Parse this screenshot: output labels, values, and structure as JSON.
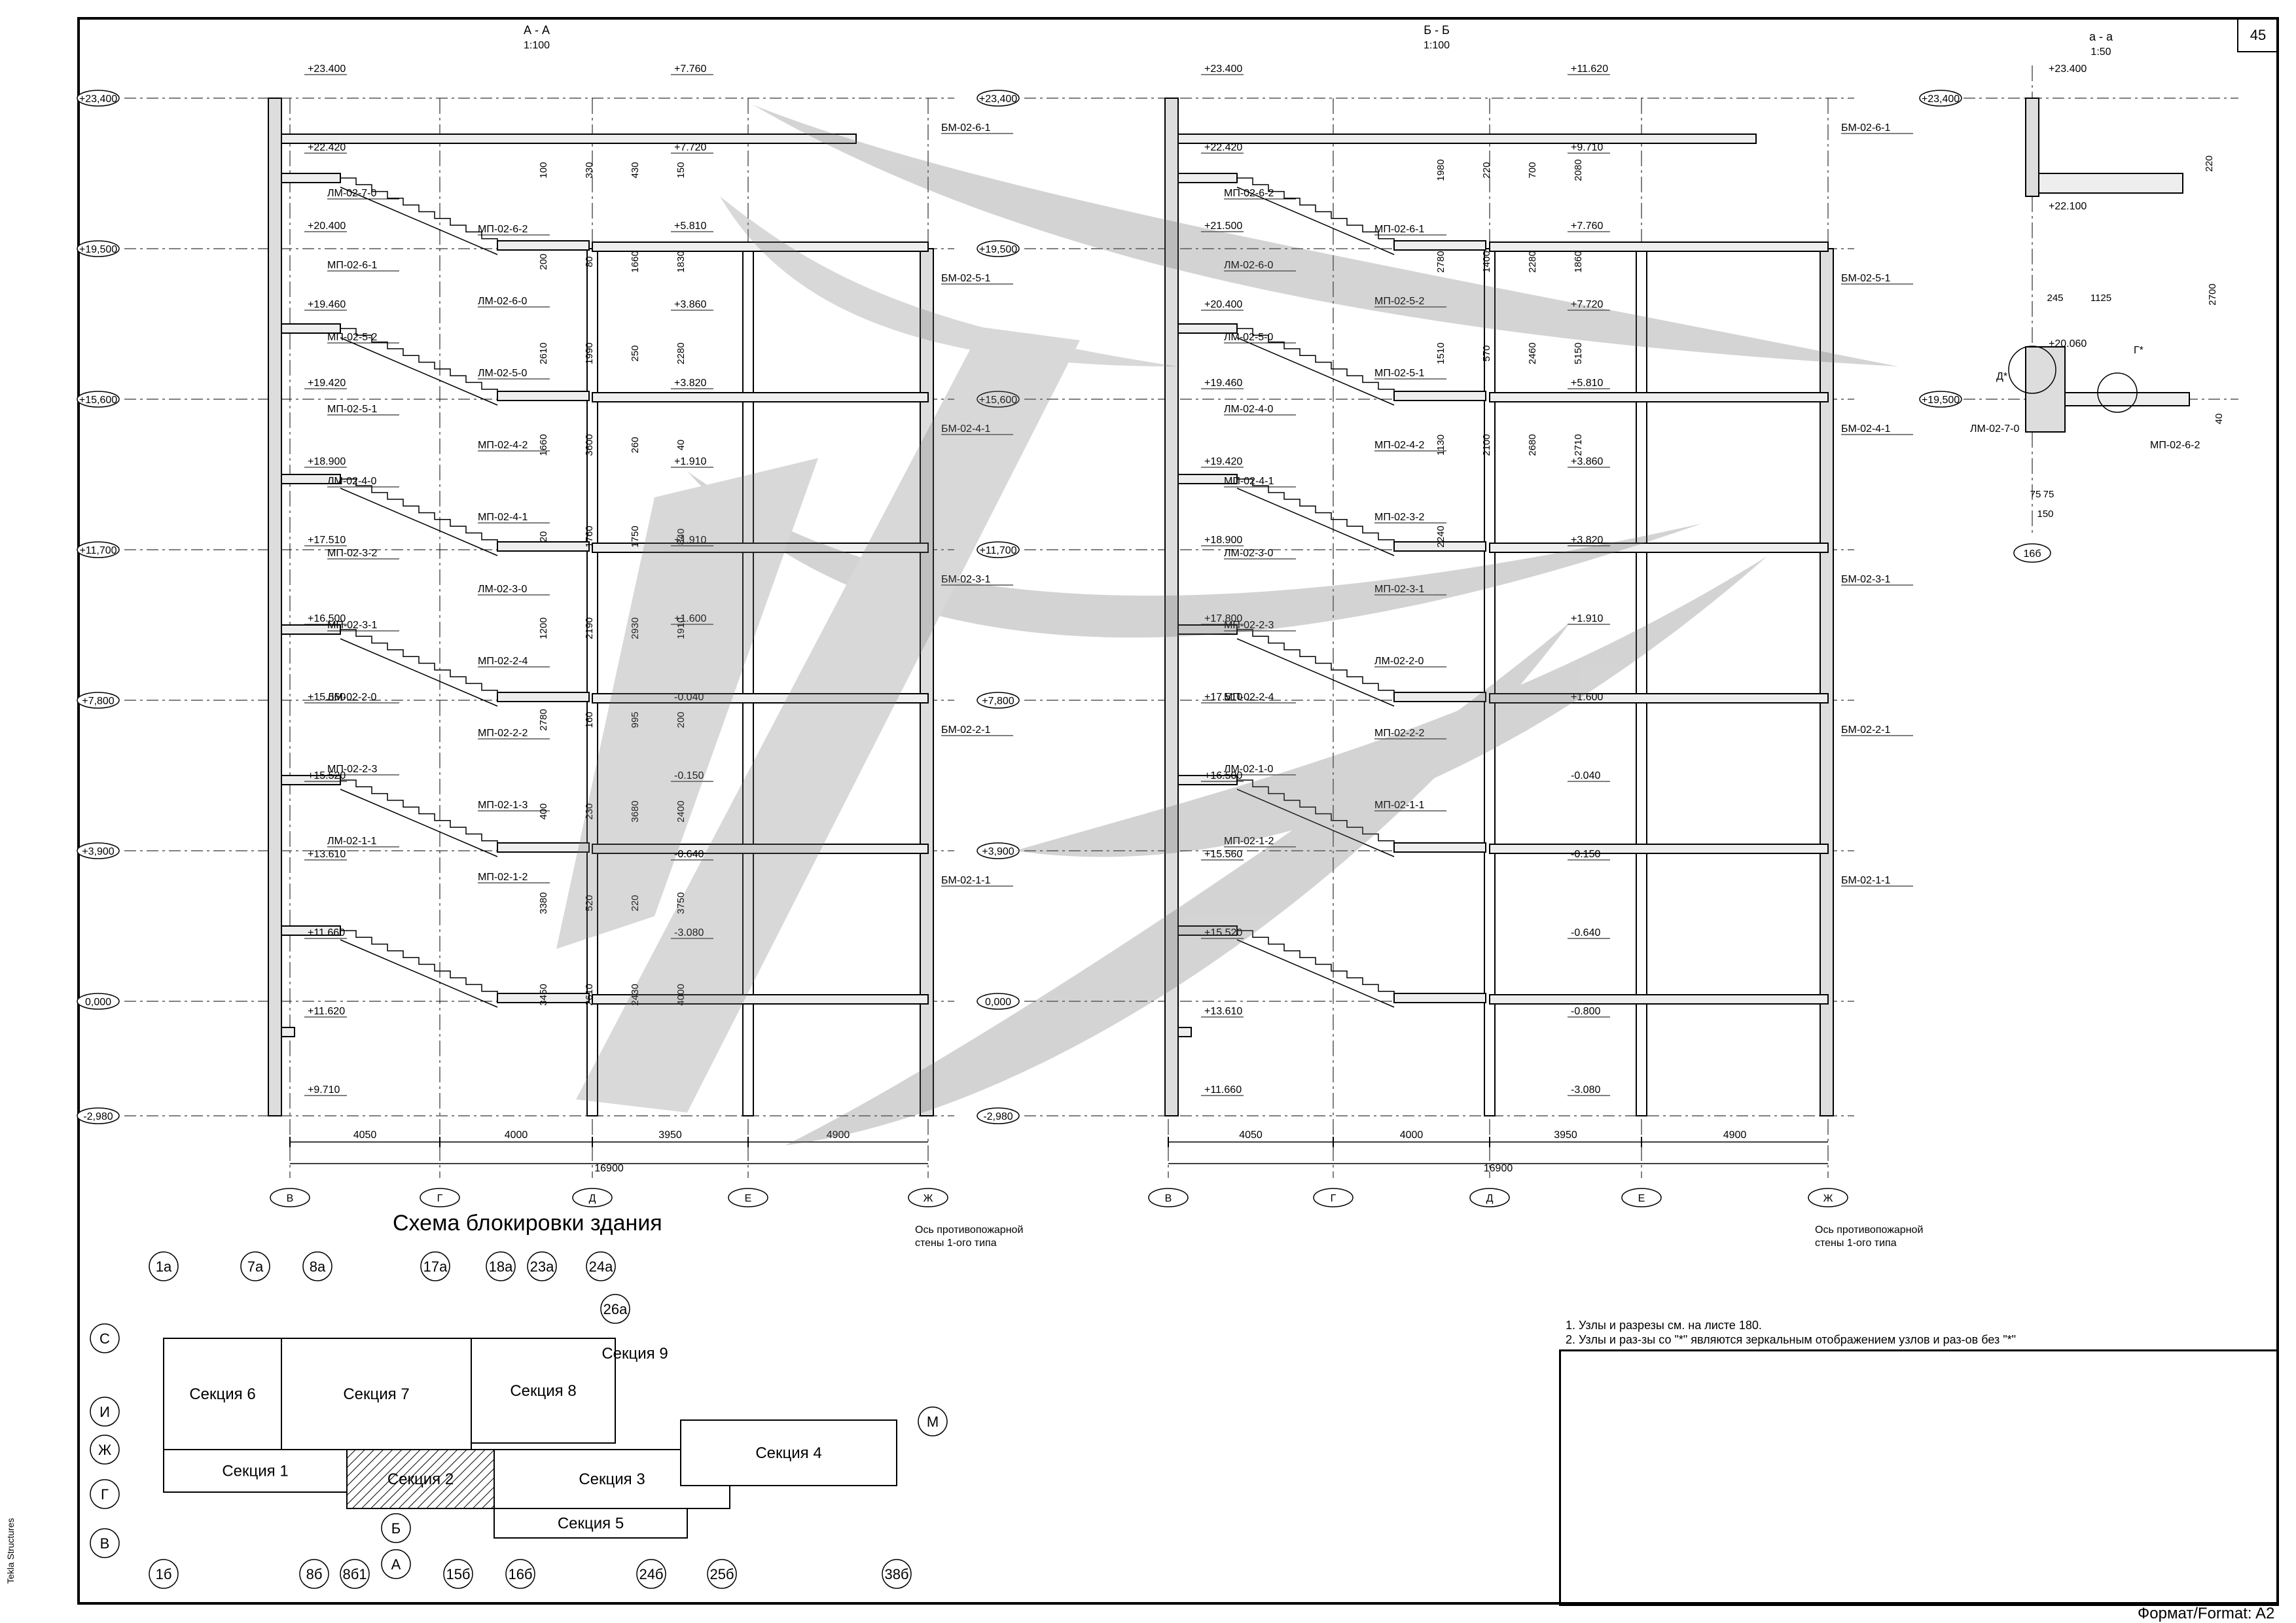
{
  "sheet": {
    "number": "45",
    "format": "Формат/Format: A2",
    "software": "Tekla Structures"
  },
  "section_aa": {
    "title": "А - А",
    "scale": "1:100",
    "levels": [
      "+23,400",
      "+19,500",
      "+15,600",
      "+11,700",
      "+7,800",
      "+3,900",
      "0,000",
      "-2,980"
    ],
    "axes": [
      "В",
      "Г",
      "Д",
      "Е",
      "Ж"
    ],
    "bottom_dims": [
      "4050",
      "4000",
      "3950",
      "4900"
    ],
    "total_dim": "16900",
    "fire_wall_note": "Ось противопожарной стены 1-ого типа",
    "elevations": [
      "+23.400",
      "+22.420",
      "+20.400",
      "+19.460",
      "+19.420",
      "+18.900",
      "+17.510",
      "+16.500",
      "+15.560",
      "+15.520",
      "+13.610",
      "+11.660",
      "+11.620",
      "+9.710",
      "+7.760",
      "+7.720",
      "+5.810",
      "+3.860",
      "+3.820",
      "+1.910",
      "+1.910",
      "+1.600",
      "-0.040",
      "-0.150",
      "-0.640",
      "-3.080"
    ],
    "marks": [
      "ЛМ-02-7-0",
      "МП-02-6-2",
      "МП-02-6-1",
      "ЛМ-02-6-0",
      "МП-02-5-2",
      "ЛМ-02-5-0",
      "МП-02-5-1",
      "МП-02-4-2",
      "ЛМ-02-4-0",
      "МП-02-4-1",
      "МП-02-3-2",
      "ЛМ-02-3-0",
      "МП-02-3-1",
      "МП-02-2-4",
      "ЛМ-02-2-0",
      "МП-02-2-2",
      "МП-02-2-3",
      "МП-02-1-3",
      "ЛМ-02-1-1",
      "МП-02-1-2",
      "БМ-02-6-1",
      "БМ-02-5-1",
      "БМ-02-4-1",
      "БМ-02-3-1",
      "БМ-02-2-1",
      "БМ-02-1-1"
    ],
    "dims": [
      "100",
      "330",
      "430",
      "150",
      "200",
      "80",
      "1660",
      "1830",
      "2610",
      "1990",
      "250",
      "2280",
      "1660",
      "3600",
      "260",
      "40",
      "20",
      "1760",
      "1750",
      "840",
      "1200",
      "2190",
      "2930",
      "1910",
      "2780",
      "160",
      "995",
      "200",
      "400",
      "230",
      "3680",
      "2400",
      "3380",
      "520",
      "220",
      "3750",
      "3450",
      "2610",
      "2430",
      "4000"
    ]
  },
  "section_bb": {
    "title": "Б - Б",
    "scale": "1:100",
    "levels": [
      "+23,400",
      "+19,500",
      "+15,600",
      "+11,700",
      "+7,800",
      "+3,900",
      "0,000",
      "-2,980"
    ],
    "axes": [
      "В",
      "Г",
      "Д",
      "Е",
      "Ж"
    ],
    "bottom_dims": [
      "4050",
      "4000",
      "3950",
      "4900"
    ],
    "total_dim": "16900",
    "fire_wall_note": "Ось противопожарной стены 1-ого типа",
    "elevations": [
      "+23.400",
      "+22.420",
      "+21.500",
      "+20.400",
      "+19.460",
      "+19.420",
      "+18.900",
      "+17.800",
      "+17.510",
      "+16.500",
      "+15.560",
      "+15.520",
      "+13.610",
      "+11.660",
      "+11.620",
      "+9.710",
      "+7.760",
      "+7.720",
      "+5.810",
      "+3.860",
      "+3.820",
      "+1.910",
      "+1.600",
      "-0.040",
      "-0.150",
      "-0.640",
      "-0.800",
      "-3.080"
    ],
    "marks": [
      "МП-02-6-2",
      "МП-02-6-1",
      "ЛМ-02-6-0",
      "МП-02-5-2",
      "ЛМ-02-5-0",
      "МП-02-5-1",
      "ЛМ-02-4-0",
      "МП-02-4-2",
      "МП-02-4-1",
      "МП-02-3-2",
      "ЛМ-02-3-0",
      "МП-02-3-1",
      "МП-02-2-3",
      "ЛМ-02-2-0",
      "МП-02-2-4",
      "МП-02-2-2",
      "ЛМ-02-1-0",
      "МП-02-1-1",
      "МП-02-1-2",
      "БМ-02-6-1",
      "БМ-02-5-1",
      "БМ-02-4-1",
      "БМ-02-3-1",
      "БМ-02-2-1",
      "БМ-02-1-1"
    ],
    "dims": [
      "1980",
      "220",
      "700",
      "2080",
      "2780",
      "1400",
      "2280",
      "1860",
      "1510",
      "570",
      "2460",
      "5150",
      "1130",
      "2100",
      "2680",
      "2710",
      "2240"
    ]
  },
  "detail_aa": {
    "title": "а - а",
    "scale": "1:50",
    "levels": [
      "+23,400",
      "+19,500"
    ],
    "elevations": [
      "+23.400",
      "+22.100",
      "+20.060"
    ],
    "marks": [
      "ЛМ-02-7-0",
      "МП-02-6-2",
      "Д*",
      "Г*"
    ],
    "dims": [
      "220",
      "2700",
      "245",
      "1125",
      "40",
      "75",
      "75",
      "150"
    ],
    "axis": "16б"
  },
  "scheme": {
    "title": "Схема блокировки здания",
    "sections": [
      "Секция 1",
      "Секция 2",
      "Секция 3",
      "Секция 4",
      "Секция 5",
      "Секция 6",
      "Секция 7",
      "Секция 8",
      "Секция 9"
    ],
    "top_axes": [
      "1а",
      "7а",
      "8а",
      "17а",
      "18а",
      "23а",
      "24а",
      "26а"
    ],
    "bottom_axes": [
      "1б",
      "8б",
      "8б1",
      "15б",
      "16б",
      "24б",
      "25б",
      "38б"
    ],
    "row_axes": [
      "С",
      "И",
      "Ж",
      "Г",
      "В",
      "Б",
      "А",
      "М"
    ]
  },
  "notes": [
    "1. Узлы и разрезы см. на листе 180.",
    "2. Узлы и раз-зы со \"*\" являются зеркальным отображением узлов и раз-ов без \"*\""
  ]
}
